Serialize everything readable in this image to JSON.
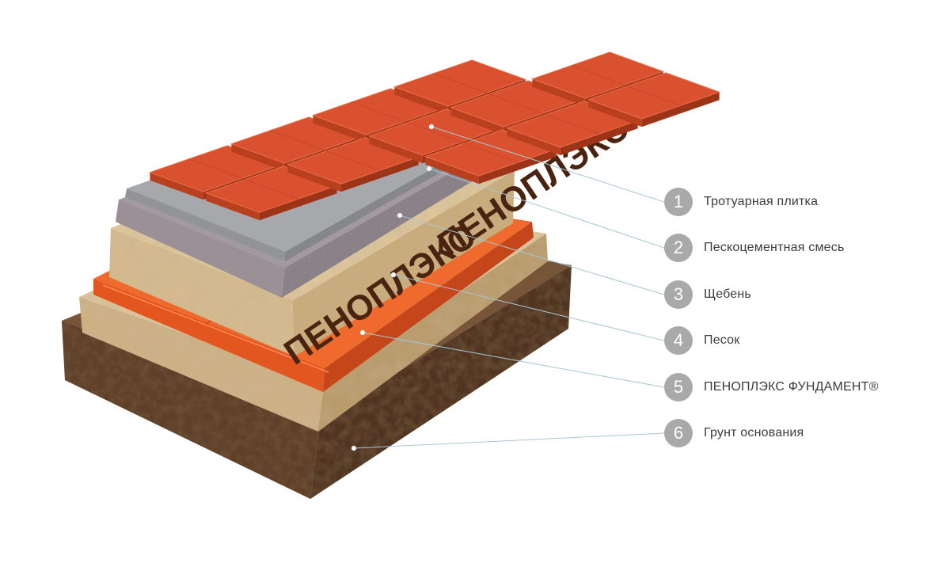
{
  "layers": [
    {
      "number": "1",
      "label": "Тротуарная плитка"
    },
    {
      "number": "2",
      "label": "Пескоцементная смесь"
    },
    {
      "number": "3",
      "label": "Щебень"
    },
    {
      "number": "4",
      "label": "Песок"
    },
    {
      "number": "5",
      "label": "ПЕНОПЛЭКС ФУНДАМЕНТ®"
    },
    {
      "number": "6",
      "label": "Грунт основания"
    }
  ],
  "board_print": "ПЕНОПЛЭКС",
  "colors": {
    "badge": "#a9a9a9",
    "tile": "#d9512f",
    "gravel": "#9b9296",
    "sand": "#d2b98e",
    "foam": "#ee5a24",
    "soil": "#6b4a33",
    "leader": "#a8c8d4"
  }
}
